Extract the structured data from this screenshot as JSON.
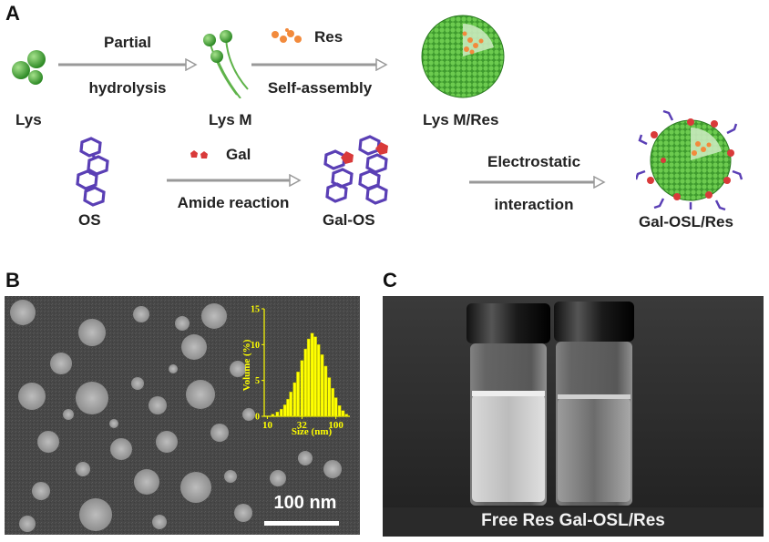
{
  "figure": {
    "panels": {
      "a": {
        "label": "A",
        "row1": {
          "lys": "Lys",
          "step1_top": "Partial",
          "step1_bottom": "hydrolysis",
          "lysm": "Lys M",
          "step2_top": "Res",
          "step2_bottom": "Self-assembly",
          "product": "Lys M/Res"
        },
        "row2": {
          "os": "OS",
          "step3_top": "Gal",
          "step3_bottom": "Amide reaction",
          "galos": "Gal-OS",
          "step4_top": "Electrostatic",
          "step4_bottom": "interaction",
          "product": "Gal-OSL/Res"
        }
      },
      "b": {
        "label": "B",
        "scalebar": "100 nm",
        "inset": {
          "ylabel": "Volume (%)",
          "xlabel": "Size (nm)",
          "yticks": [
            "0",
            "5",
            "10",
            "15"
          ],
          "xticks": [
            "10",
            "32",
            "100"
          ]
        }
      },
      "c": {
        "label": "C",
        "caption": "Free Res Gal-OSL/Res"
      }
    },
    "colors": {
      "green": "#4caf3a",
      "orange": "#f28a3c",
      "purple": "#5a3fb5",
      "red": "#d93a3a",
      "inset_yellow": "#ffff00"
    }
  },
  "chart_data": {
    "type": "bar",
    "xlabel": "Size (nm)",
    "ylabel": "Volume (%)",
    "xscale": "log",
    "xticks": [
      10,
      32,
      100
    ],
    "ylim": [
      0,
      15
    ],
    "x": [
      12,
      14,
      16,
      18,
      20,
      22,
      25,
      28,
      32,
      36,
      40,
      45,
      50,
      56,
      63,
      71,
      80,
      90,
      100,
      113,
      127,
      143
    ],
    "values": [
      0.3,
      0.6,
      1.0,
      1.6,
      2.4,
      3.4,
      4.7,
      6.2,
      7.8,
      9.4,
      10.8,
      11.6,
      11.1,
      10.0,
      8.6,
      7.0,
      5.4,
      3.9,
      2.6,
      1.5,
      0.8,
      0.3
    ]
  }
}
